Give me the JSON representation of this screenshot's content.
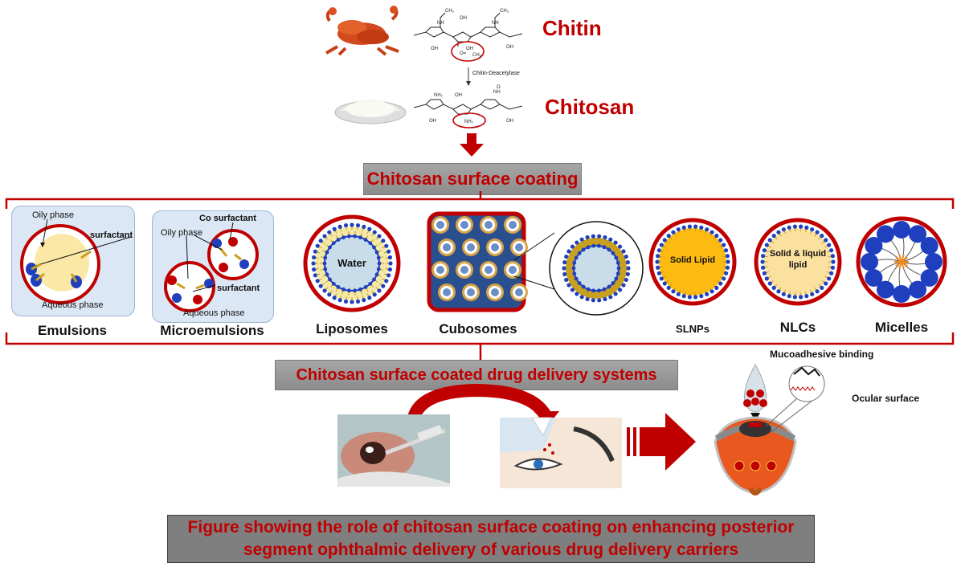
{
  "top": {
    "chitin_label": "Chitin",
    "chitosan_label": "Chitosan",
    "enzyme_label": "Chitin-Deacetylase"
  },
  "banners": {
    "coating": "Chitosan surface coating",
    "coated_systems": "Chitosan surface coated drug delivery systems"
  },
  "carriers": {
    "emulsions": {
      "name": "Emulsions",
      "oily_phase": "Oily  phase",
      "surfactant": "surfactant",
      "aqueous_phase": "Aqueous phase"
    },
    "microemulsions": {
      "name": "Microemulsions",
      "co_surfactant": "Co surfactant",
      "oily_phase": "Oily  phase",
      "surfactant": "surfactant",
      "aqueous_phase": "Aqueous phase"
    },
    "liposomes": {
      "name": "Liposomes",
      "core": "Water"
    },
    "cubosomes": {
      "name": "Cubosomes"
    },
    "slnps": {
      "name": "SLNPs",
      "core": "Solid Lipid"
    },
    "nlcs": {
      "name": "NLCs",
      "core_line1": "Solid & liquid",
      "core_line2": "lipid"
    },
    "micelles": {
      "name": "Micelles"
    }
  },
  "ocular": {
    "mucoadhesive": "Mucoadhesive binding",
    "surface": "Ocular surface"
  },
  "caption": {
    "line1": "Figure showing the role of chitosan surface coating on enhancing posterior",
    "line2": "segment ophthalmic delivery of various drug delivery carriers"
  },
  "colors": {
    "chitosan_red": "#c00000",
    "lipid_blue": "#1f3fbf",
    "lipid_tail": "#c8a020",
    "panel_bg": "#dbe7f4"
  }
}
